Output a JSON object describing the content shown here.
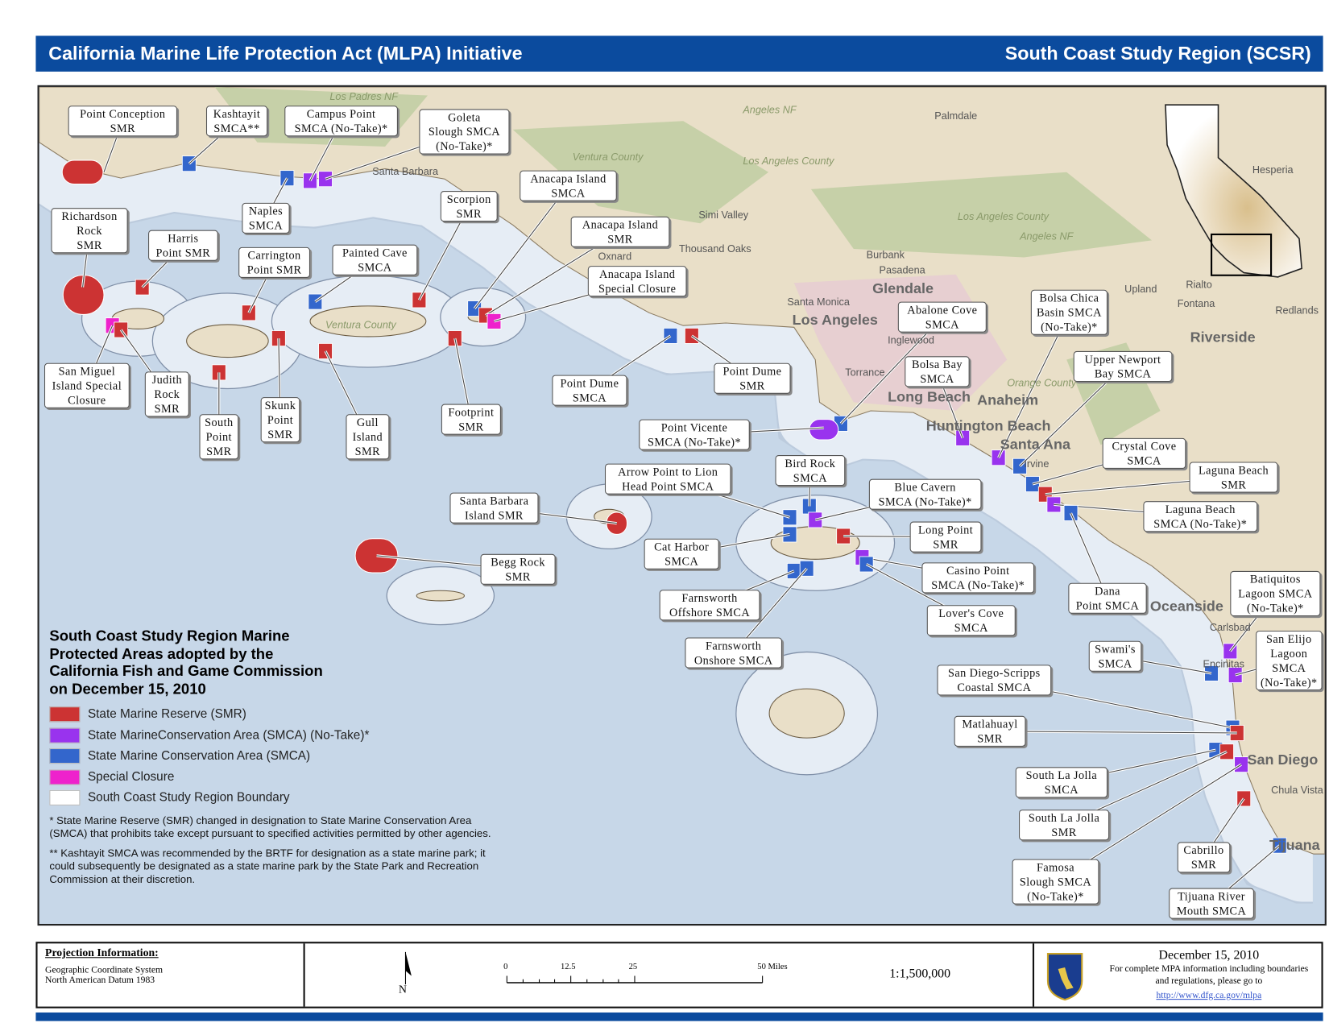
{
  "header": {
    "title": "California Marine Life Protection Act (MLPA) Initiative",
    "region": "South Coast Study Region (SCSR)"
  },
  "colors": {
    "header": "#0b4b9e",
    "smr": "#cc3333",
    "no_take": "#9933ee",
    "smca": "#3366cc",
    "closure": "#ee22cc",
    "boundary": "#ffffff",
    "ocean": "#c7d7e8",
    "land": "#e9dfc8"
  },
  "mpas": [
    {
      "text": "Point Conception\nSMR",
      "type": "smr"
    },
    {
      "text": "Kashtayit\nSMCA**",
      "type": "smca"
    },
    {
      "text": "Campus Point\nSMCA (No-Take)*",
      "type": "notake"
    },
    {
      "text": "Goleta\nSlough SMCA\n(No-Take)*",
      "type": "notake"
    },
    {
      "text": "Naples\nSMCA",
      "type": "smca"
    },
    {
      "text": "Anacapa Island\nSMCA",
      "type": "smca"
    },
    {
      "text": "Scorpion\nSMR",
      "type": "smr"
    },
    {
      "text": "Richardson\nRock\nSMR",
      "type": "smr"
    },
    {
      "text": "Harris\nPoint SMR",
      "type": "smr"
    },
    {
      "text": "Carrington\nPoint SMR",
      "type": "smr"
    },
    {
      "text": "Painted Cave\nSMCA",
      "type": "smca"
    },
    {
      "text": "Anacapa Island\nSMR",
      "type": "smr"
    },
    {
      "text": "Anacapa Island\nSpecial Closure",
      "type": "closure"
    },
    {
      "text": "San Miguel\nIsland Special\nClosure",
      "type": "closure"
    },
    {
      "text": "Judith\nRock\nSMR",
      "type": "smr"
    },
    {
      "text": "South\nPoint\nSMR",
      "type": "smr"
    },
    {
      "text": "Skunk\nPoint\nSMR",
      "type": "smr"
    },
    {
      "text": "Gull\nIsland\nSMR",
      "type": "smr"
    },
    {
      "text": "Footprint\nSMR",
      "type": "smr"
    },
    {
      "text": "Point Dume\nSMCA",
      "type": "smca"
    },
    {
      "text": "Point Dume\nSMR",
      "type": "smr"
    },
    {
      "text": "Abalone Cove\nSMCA",
      "type": "smca"
    },
    {
      "text": "Bolsa Chica\nBasin SMCA\n(No-Take)*",
      "type": "notake"
    },
    {
      "text": "Upper Newport\nBay SMCA",
      "type": "smca"
    },
    {
      "text": "Bolsa Bay\nSMCA",
      "type": "notake"
    },
    {
      "text": "Point Vicente\nSMCA (No-Take)*",
      "type": "notake"
    },
    {
      "text": "Crystal Cove\nSMCA",
      "type": "smca"
    },
    {
      "text": "Laguna Beach\nSMR",
      "type": "smr"
    },
    {
      "text": "Laguna Beach\nSMCA (No-Take)*",
      "type": "notake"
    },
    {
      "text": "Arrow Point to Lion\nHead Point SMCA",
      "type": "smca"
    },
    {
      "text": "Bird Rock\nSMCA",
      "type": "smca"
    },
    {
      "text": "Blue Cavern\nSMCA (No-Take)*",
      "type": "notake"
    },
    {
      "text": "Santa Barbara\nIsland SMR",
      "type": "smr"
    },
    {
      "text": "Long Point\nSMR",
      "type": "smr"
    },
    {
      "text": "Cat Harbor\nSMCA",
      "type": "smca"
    },
    {
      "text": "Begg Rock\nSMR",
      "type": "smr"
    },
    {
      "text": "Casino Point\nSMCA (No-Take)*",
      "type": "notake"
    },
    {
      "text": "Dana\nPoint SMCA",
      "type": "smca"
    },
    {
      "text": "Farnsworth\nOffshore SMCA",
      "type": "smca"
    },
    {
      "text": "Lover's Cove\nSMCA",
      "type": "smca"
    },
    {
      "text": "Farnsworth\nOnshore SMCA",
      "type": "smca"
    },
    {
      "text": "Batiquitos\nLagoon SMCA\n(No-Take)*",
      "type": "notake"
    },
    {
      "text": "Swami's\nSMCA",
      "type": "smca"
    },
    {
      "text": "San Elijo\nLagoon\nSMCA\n(No-Take)*",
      "type": "notake"
    },
    {
      "text": "San Diego-Scripps\nCoastal SMCA",
      "type": "smca"
    },
    {
      "text": "Matlahuayl\nSMR",
      "type": "smr"
    },
    {
      "text": "South La Jolla\nSMCA",
      "type": "smca"
    },
    {
      "text": "South La Jolla\nSMR",
      "type": "smr"
    },
    {
      "text": "Famosa\nSlough SMCA\n(No-Take)*",
      "type": "notake"
    },
    {
      "text": "Cabrillo\nSMR",
      "type": "smr"
    },
    {
      "text": "Tijuana River\nMouth SMCA",
      "type": "smca"
    }
  ],
  "places": [
    "Los Padres NF",
    "Angeles NF",
    "Palmdale",
    "Los Angeles County",
    "Ventura County",
    "Santa Barbara",
    "Simi Valley",
    "Thousand Oaks",
    "Oxnard",
    "Burbank",
    "Pasadena",
    "Glendale",
    "Los Angeles",
    "Santa Monica",
    "Inglewood",
    "Torrance",
    "Long Beach",
    "Anaheim",
    "Orange County",
    "Santa Ana",
    "Huntington Beach",
    "Irvine",
    "Riverside",
    "Redlands",
    "Fontana",
    "Rialto",
    "Upland",
    "Oceanside",
    "Carlsbad",
    "Encinitas",
    "San Diego",
    "Chula Vista",
    "Tijuana",
    "Ventura County",
    "Angeles NF",
    "Los Angeles County",
    "Hesperia"
  ],
  "legend": {
    "title": "South Coast Study Region Marine Protected Areas adopted by the California Fish and Game Commission on December 15, 2010",
    "items": [
      {
        "label": "State Marine Reserve (SMR)",
        "color": "#cc3333"
      },
      {
        "label": "State MarineConservation Area (SMCA) (No-Take)*",
        "color": "#9933ee"
      },
      {
        "label": "State Marine Conservation Area (SMCA)",
        "color": "#3366cc"
      },
      {
        "label": "Special Closure",
        "color": "#ee22cc"
      },
      {
        "label": "South Coast Study Region Boundary",
        "color": "#ffffff"
      }
    ],
    "note1": "* State Marine Reserve (SMR) changed in designation to State Marine Conservation Area (SMCA) that prohibits take except pursuant to specified activities permitted by other agencies.",
    "note2": "** Kashtayit SMCA was recommended by the BRTF for designation as a state marine park; it could subsequently be designated as a state marine park by the State Park and Recreation Commission at their discretion."
  },
  "footer": {
    "projection_title": "Projection Information:",
    "projection_1": "Geographic Coordinate System",
    "projection_2": "North American Datum 1983",
    "north": "N",
    "scale_ticks": [
      "0",
      "12.5",
      "25",
      "50 Miles"
    ],
    "scale": "1:1,500,000",
    "date": "December 15, 2010",
    "info": "For complete MPA information including boundaries and regulations, please go to",
    "link": "http://www.dfg.ca.gov/mlpa"
  }
}
